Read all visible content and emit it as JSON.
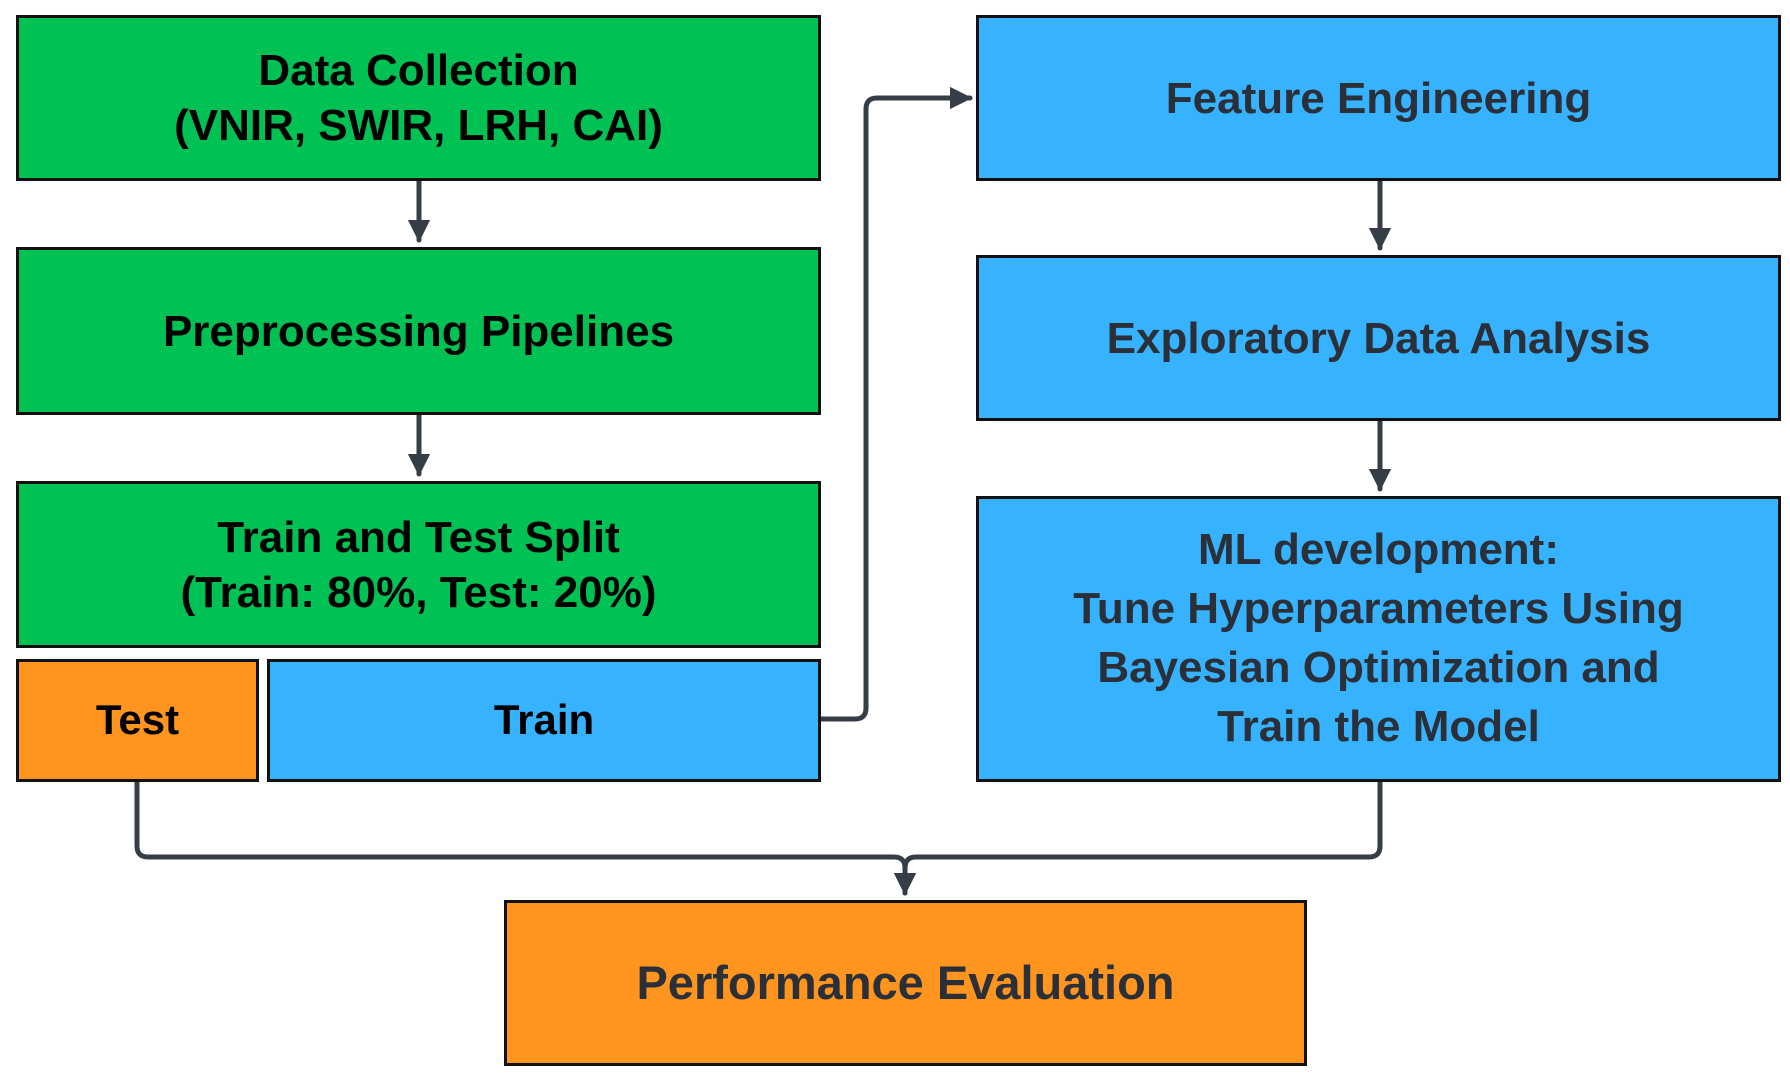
{
  "nodes": {
    "data_collection": {
      "line1": "Data Collection",
      "line2": "(VNIR, SWIR, LRH, CAI)"
    },
    "preprocessing": {
      "label": "Preprocessing Pipelines"
    },
    "split": {
      "line1": "Train and Test Split",
      "line2": "(Train: 80%, Test: 20%)"
    },
    "test": {
      "label": "Test"
    },
    "train": {
      "label": "Train"
    },
    "feature_engineering": {
      "label": "Feature Engineering"
    },
    "eda": {
      "label": "Exploratory Data Analysis"
    },
    "ml_development": {
      "line1": "ML development:",
      "line2": "Tune Hyperparameters Using",
      "line3": "Bayesian Optimization and",
      "line4": "Train the Model"
    },
    "performance": {
      "label": "Performance Evaluation"
    }
  },
  "colors": {
    "green": "#00c154",
    "blue": "#36b2ff",
    "orange": "#ff951f",
    "arrow": "#363d47",
    "border": "#111111"
  }
}
